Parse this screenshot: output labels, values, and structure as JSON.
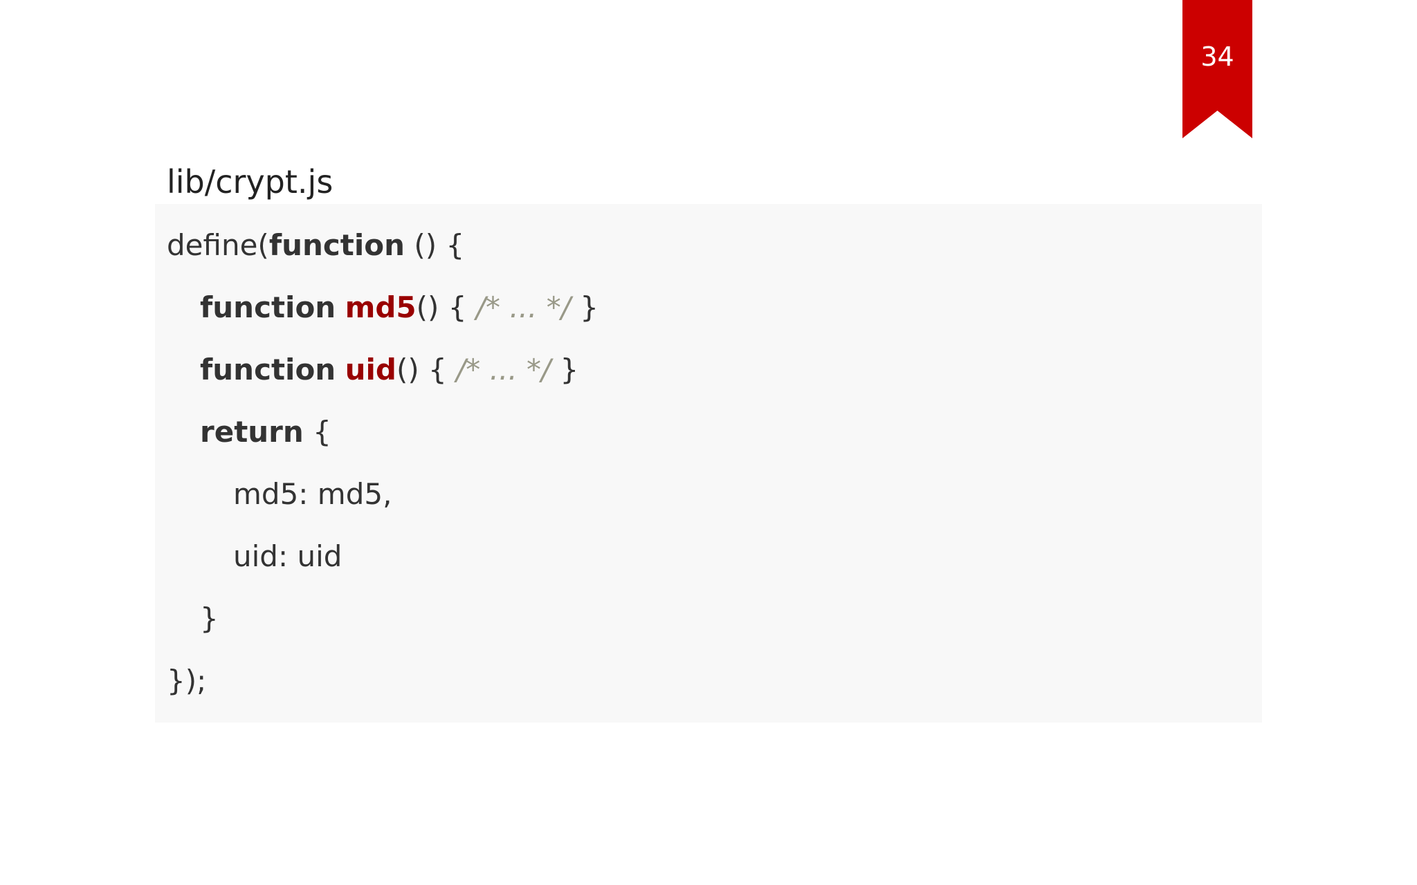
{
  "slide": {
    "page_number": "34",
    "ribbon_color": "#cc0000"
  },
  "file": {
    "title": "lib/crypt.js"
  },
  "code": {
    "colors": {
      "background": "#f8f8f8",
      "text": "#333333",
      "function_name": "#990000",
      "comment": "#999988"
    },
    "line1": {
      "prefix": "define(",
      "keyword": "function",
      "suffix": " () {"
    },
    "line2": {
      "keyword": "function",
      "name": "md5",
      "open": "() { ",
      "comment": "/* ... */",
      "close": " }"
    },
    "line3": {
      "keyword": "function",
      "name": "uid",
      "open": "() { ",
      "comment": "/* ... */",
      "close": " }"
    },
    "line4": {
      "keyword": "return",
      "suffix": " {"
    },
    "line5": {
      "text": "md5: md5,"
    },
    "line6": {
      "text": "uid: uid"
    },
    "line7": {
      "text": "}"
    },
    "line8": {
      "text": "});"
    }
  }
}
